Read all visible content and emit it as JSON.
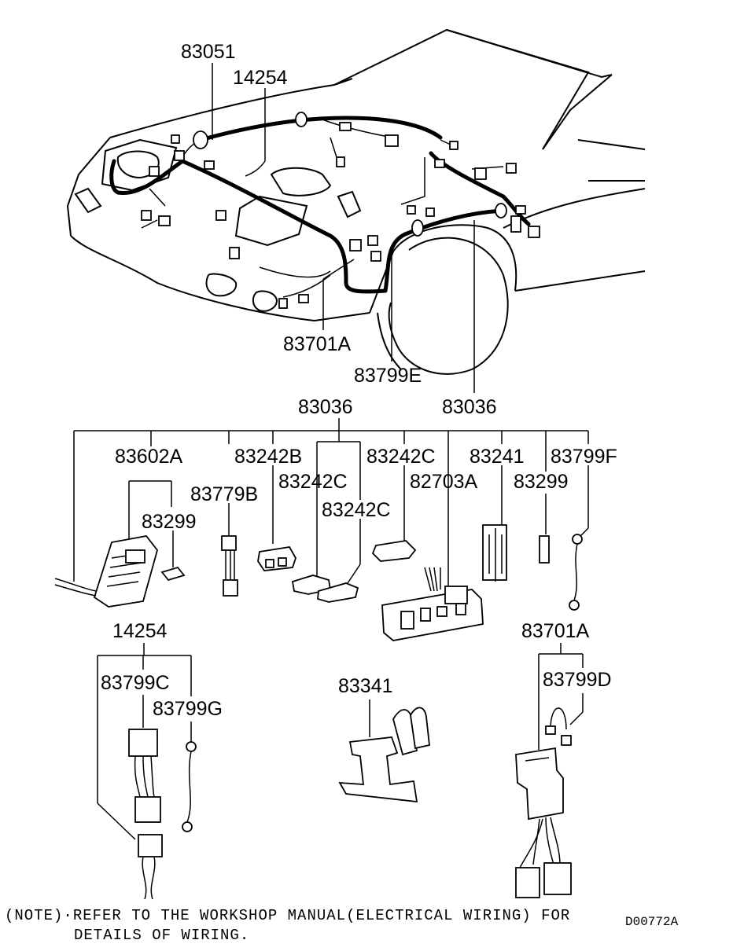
{
  "labels": {
    "p83051": "83051",
    "p14254_top": "14254",
    "p83701A_top": "83701A",
    "p83799E": "83799E",
    "p83036_right": "83036",
    "p83036_center": "83036",
    "p83602A": "83602A",
    "p83299_left": "83299",
    "p83779B": "83779B",
    "p83242B": "83242B",
    "p83242C_a": "83242C",
    "p83242C_b": "83242C",
    "p83242C_c": "83242C",
    "p82703A": "82703A",
    "p83241": "83241",
    "p83299_right": "83299",
    "p83799F": "83799F",
    "p14254_bottom": "14254",
    "p83799C": "83799C",
    "p83799G": "83799G",
    "p83341": "83341",
    "p83701A_bottom": "83701A",
    "p83799D": "83799D"
  },
  "note": {
    "line1": "(NOTE)·REFER TO THE WORKSHOP MANUAL(ELECTRICAL WIRING) FOR",
    "line2": "DETAILS OF WIRING."
  },
  "drawing_code": "D00772A"
}
